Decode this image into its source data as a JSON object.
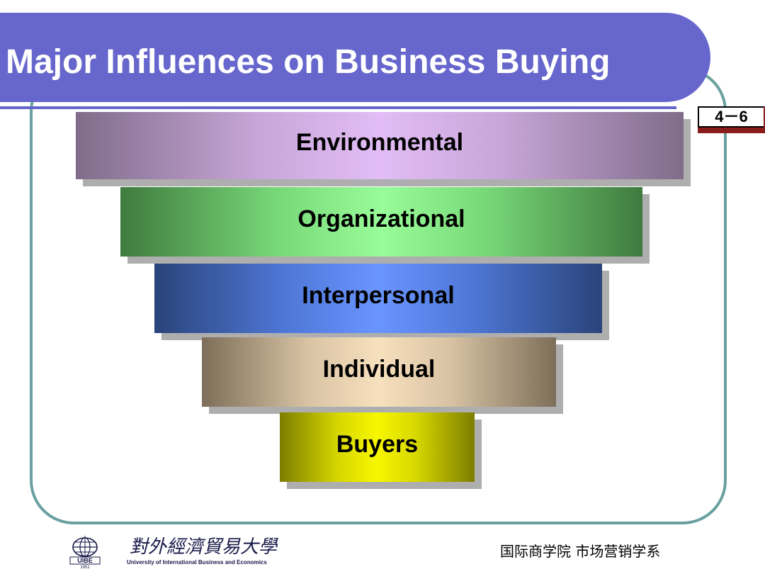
{
  "slide": {
    "title": "Major Influences on  Business Buying",
    "page_number": "4－6"
  },
  "layers": [
    {
      "label": "Environmental"
    },
    {
      "label": "Organizational"
    },
    {
      "label": "Interpersonal"
    },
    {
      "label": "Individual"
    },
    {
      "label": "Buyers"
    }
  ],
  "footer": {
    "logo": {
      "icon": "uibe-globe-logo",
      "chinese_name": "對外經濟貿易大學",
      "english_name": "University of International Business and Economics",
      "emblem_text": "UIBE",
      "year": "1951"
    },
    "department": "国际商学院  市场营销学系"
  },
  "colors": {
    "title_bar": "#6666cc",
    "frame": "#6aa0a0",
    "page_tab_accent": "#8b1c1c",
    "environmental": "#e2bdf6",
    "organizational": "#98fc98",
    "interpersonal": "#6a95ff",
    "individual": "#f7e0bd",
    "buyers": "#f7f700"
  }
}
